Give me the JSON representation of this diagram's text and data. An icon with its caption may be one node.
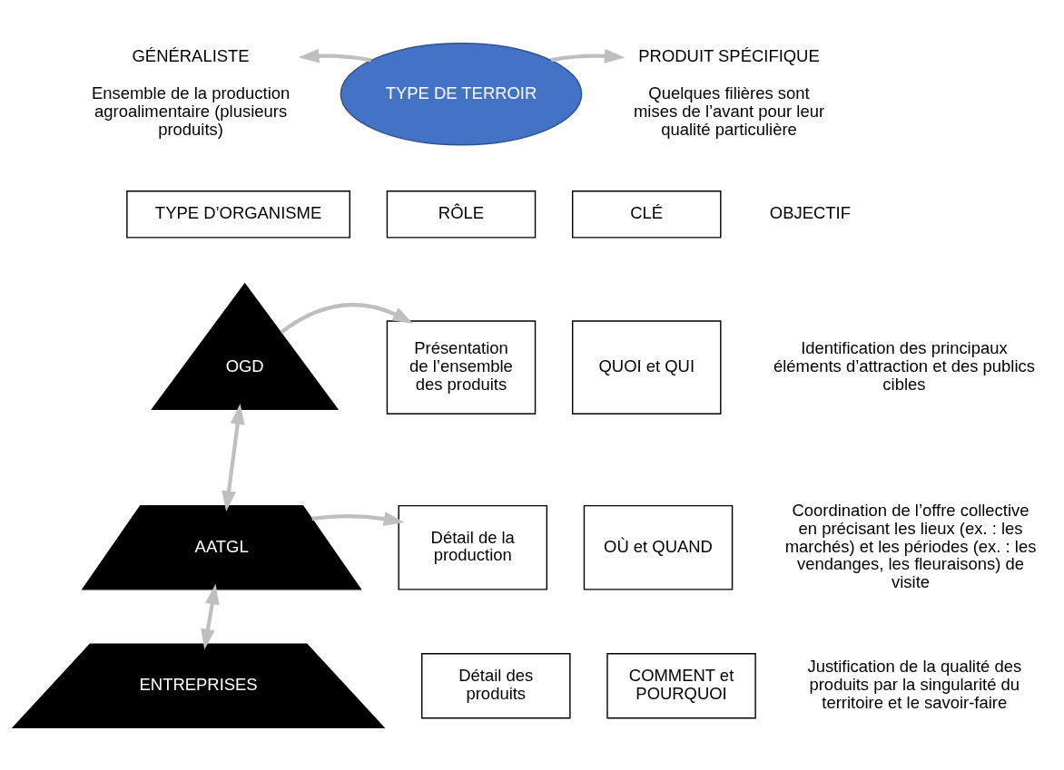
{
  "diagram": {
    "nodes": [
      {
        "text": [
          "TYPE DE TERROIR"
        ]
      },
      {
        "text": [
          "GÉNÉRALISTE",
          "Ensemble de la production agroalimentaire (plusieurs produits)"
        ]
      },
      {
        "text": [
          "PRODUIT SPÉCIFIQUE",
          "Quelques filières sont mises de l’avant pour leur qualité particulière"
        ]
      },
      {
        "text": [
          "TYPE D’ORGANISME"
        ]
      },
      {
        "text": [
          "RÔLE"
        ]
      },
      {
        "text": [
          "CLÉ"
        ]
      },
      {
        "text": [
          "OGD"
        ]
      },
      {
        "text": [
          "AATGL"
        ]
      },
      {
        "text": [
          "ENTREPRISES"
        ]
      },
      {
        "text": [
          "Présentation de l’ensemble des produits"
        ]
      },
      {
        "text": [
          "QUOI et QUI"
        ]
      },
      {
        "text": [
          "Détail de la production"
        ]
      },
      {
        "text": [
          "OÙ et QUAND"
        ]
      },
      {
        "text": [
          "Détail des produits"
        ]
      },
      {
        "text": [
          "COMMENT et POURQUOI"
        ]
      }
    ],
    "edges": [
      {
        "from": 0,
        "to": 1,
        "arrow": "to"
      },
      {
        "from": 0,
        "to": 2,
        "arrow": "to"
      },
      {
        "from": 6,
        "to": 9,
        "arrow": "to"
      },
      {
        "from": 6,
        "to": 7,
        "arrow": "both"
      },
      {
        "from": 7,
        "to": 11,
        "arrow": "to"
      },
      {
        "from": 7,
        "to": 8,
        "arrow": "both"
      }
    ],
    "labels": [
      "OBJECTIF",
      "Identification des principaux éléments d’attraction et des publics cibles",
      "Coordination de l’offre collective en précisant les lieux (ex. : les marchés) et les périodes (ex. : les vendanges, les fleuraisons) de visite",
      "Justification de la qualité des produits par la singularité du territoire et le savoir-faire"
    ]
  }
}
